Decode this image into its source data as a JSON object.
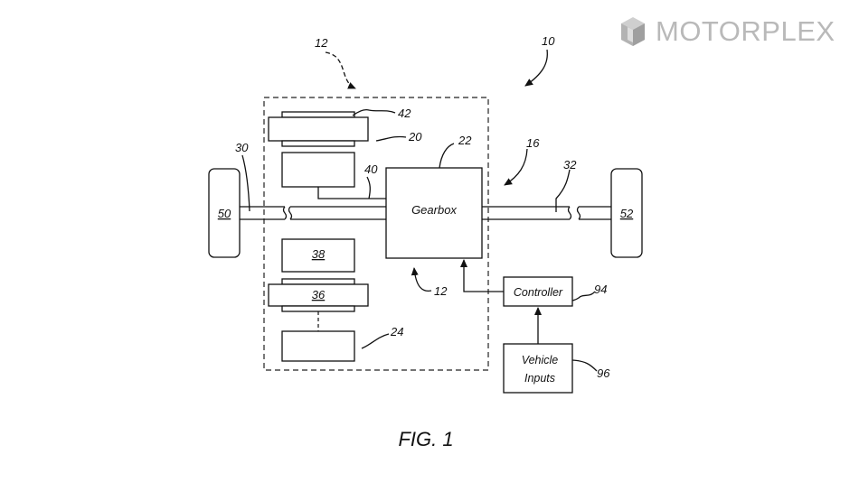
{
  "logo": {
    "text": "MOTORPLEX",
    "icon": "motorplex-cube-icon",
    "color": "#b9b9b9"
  },
  "diagram": {
    "figure_label": "FIG. 1",
    "blocks": {
      "gearbox": "Gearbox",
      "controller": "Controller",
      "vehicle_inputs_line1": "Vehicle",
      "vehicle_inputs_line2": "Inputs"
    },
    "refs": {
      "system": "10",
      "powertrain": "12",
      "powertrain_lower": "12",
      "driveline": "16",
      "motor": "20",
      "gearbox": "22",
      "engine": "24",
      "left_shaft": "30",
      "right_shaft": "32",
      "clutch": "36",
      "component_38": "38",
      "motor_link": "40",
      "component_42": "42",
      "left_wheel": "50",
      "right_wheel": "52",
      "controller": "94",
      "vehicle_inputs": "96"
    },
    "line_color": "#111111"
  }
}
